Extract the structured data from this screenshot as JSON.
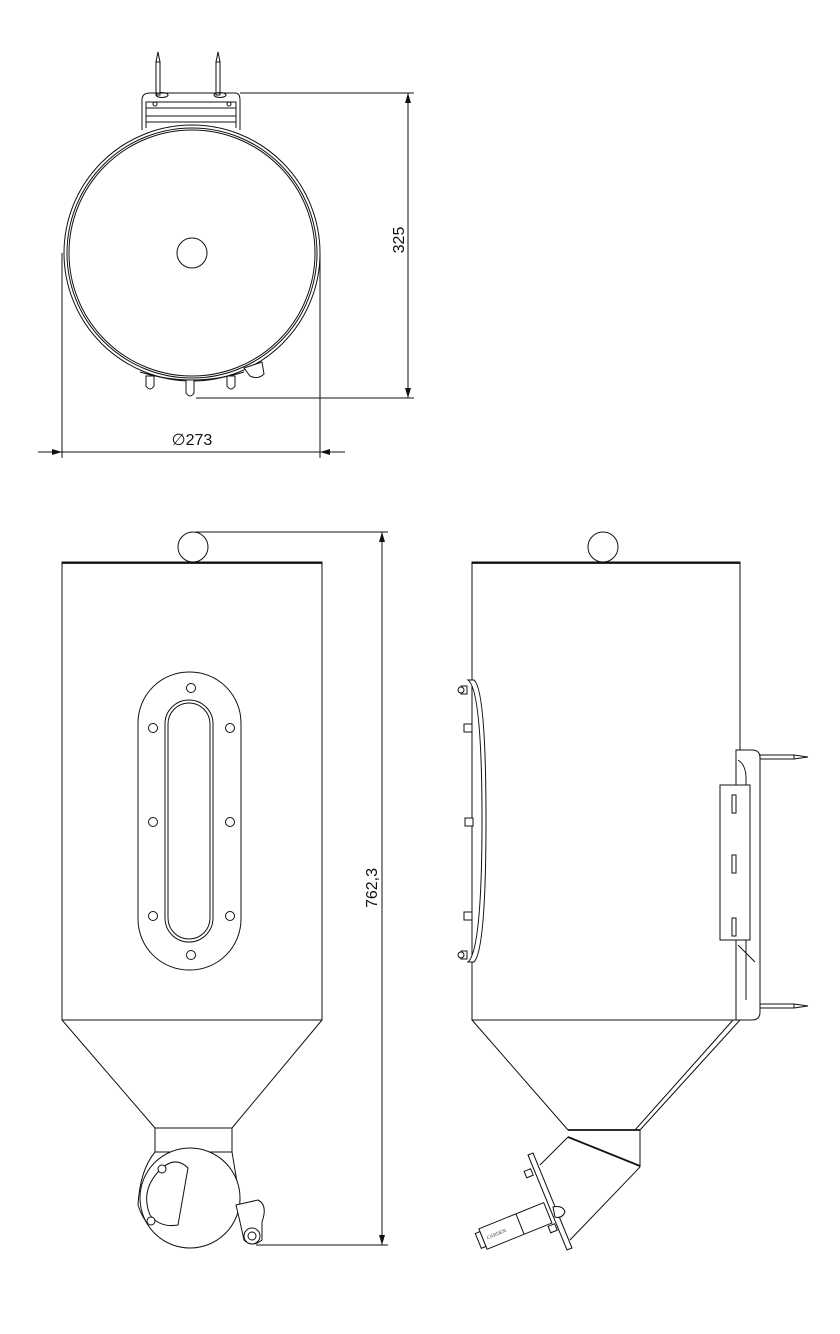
{
  "drawing": {
    "top_view": {
      "height_dimension": "325",
      "diameter_dimension": "∅273"
    },
    "front_view": {
      "height_dimension": "762,3"
    },
    "side_view": {
      "sensor_brand_logo": "CARDEN"
    },
    "line_color": "#111111",
    "background_color": "#ffffff"
  }
}
